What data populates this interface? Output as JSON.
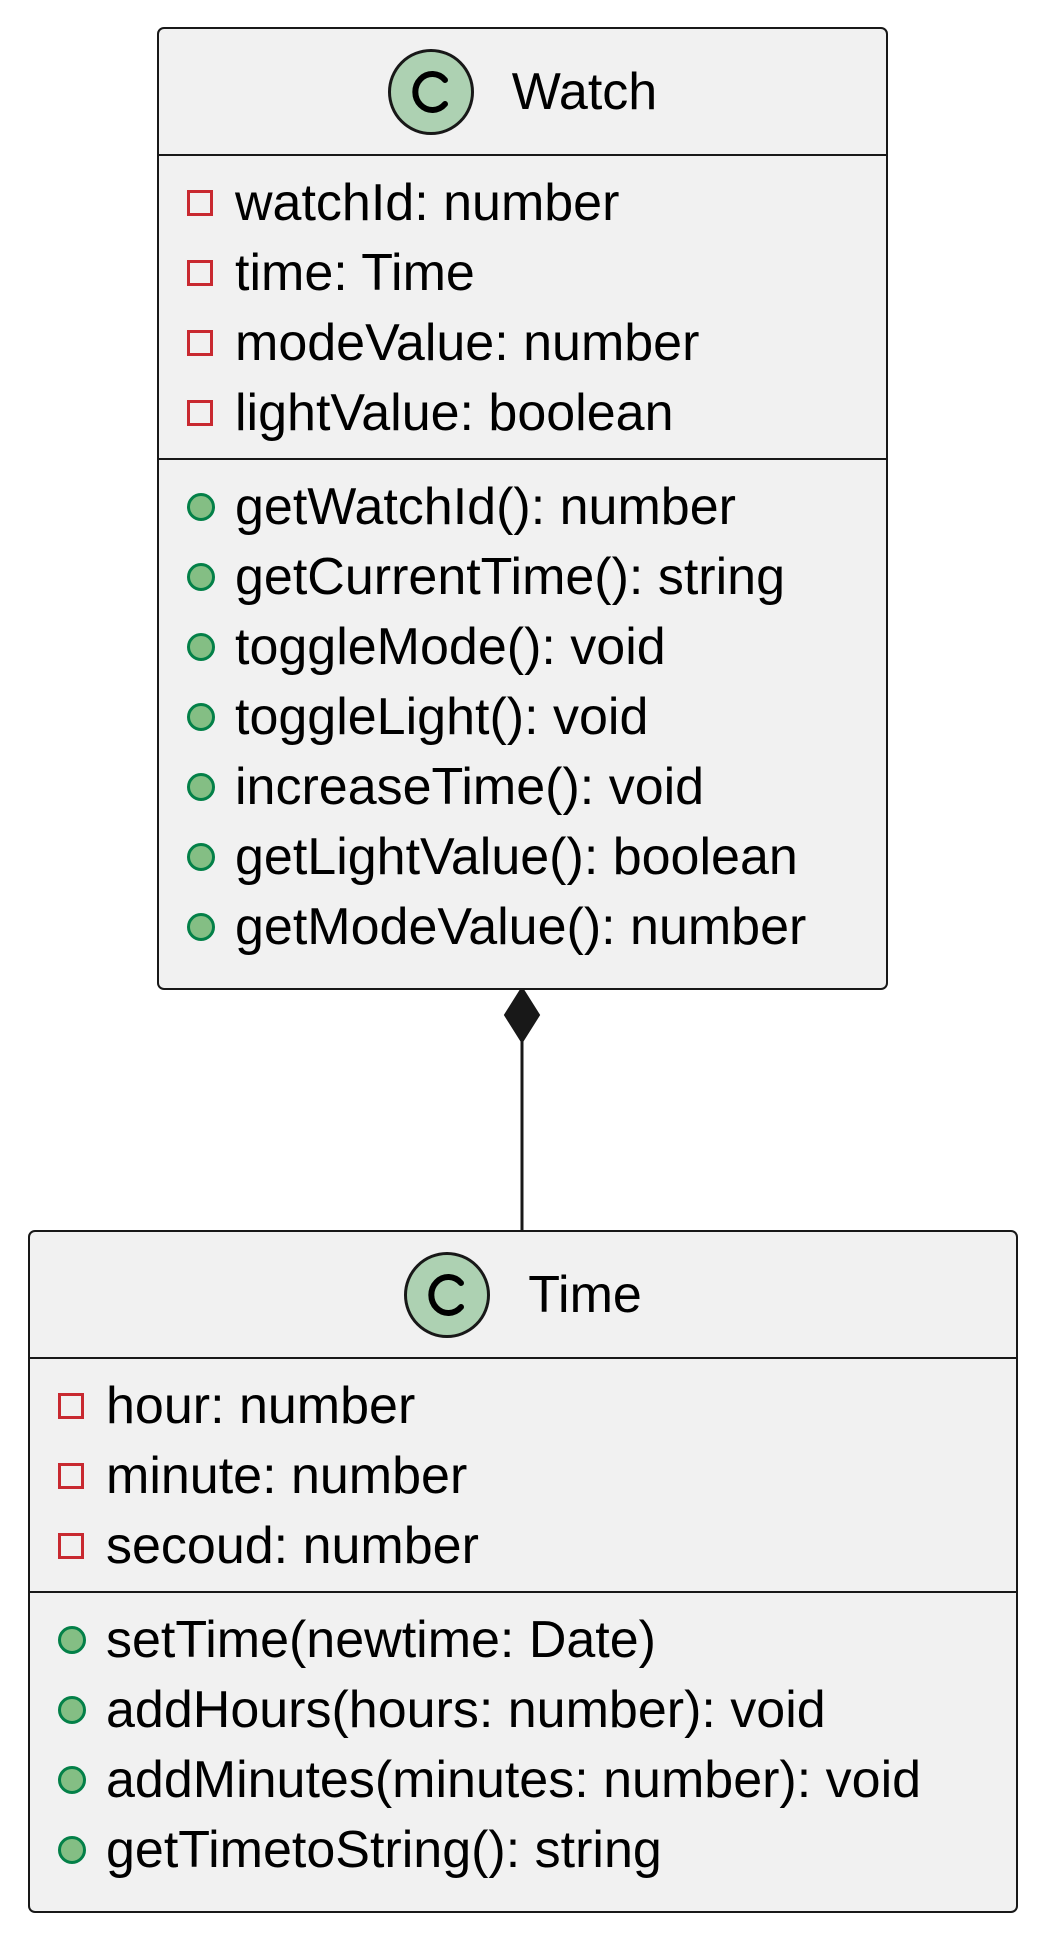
{
  "diagram": {
    "classes": [
      {
        "name": "Watch",
        "attributes": [
          {
            "visibility": "private",
            "text": "watchId: number"
          },
          {
            "visibility": "private",
            "text": "time: Time"
          },
          {
            "visibility": "private",
            "text": "modeValue: number"
          },
          {
            "visibility": "private",
            "text": "lightValue: boolean"
          }
        ],
        "methods": [
          {
            "visibility": "public",
            "text": "getWatchId(): number"
          },
          {
            "visibility": "public",
            "text": "getCurrentTime(): string"
          },
          {
            "visibility": "public",
            "text": "toggleMode(): void"
          },
          {
            "visibility": "public",
            "text": "toggleLight(): void"
          },
          {
            "visibility": "public",
            "text": "increaseTime(): void"
          },
          {
            "visibility": "public",
            "text": "getLightValue(): boolean"
          },
          {
            "visibility": "public",
            "text": "getModeValue(): number"
          }
        ]
      },
      {
        "name": "Time",
        "attributes": [
          {
            "visibility": "private",
            "text": "hour: number"
          },
          {
            "visibility": "private",
            "text": "minute: number"
          },
          {
            "visibility": "private",
            "text": "secoud: number"
          }
        ],
        "methods": [
          {
            "visibility": "public",
            "text": "setTime(newtime: Date)"
          },
          {
            "visibility": "public",
            "text": "addHours(hours: number): void"
          },
          {
            "visibility": "public",
            "text": "addMinutes(minutes: number): void"
          },
          {
            "visibility": "public",
            "text": "getTimetoString(): string"
          }
        ]
      }
    ],
    "relationships": [
      {
        "type": "composition",
        "whole": "Watch",
        "part": "Time"
      }
    ],
    "colors": {
      "class_fill": "#f1f1f1",
      "border": "#181818",
      "badge_fill": "#add1b2",
      "private_marker": "#c82930",
      "public_marker_fill": "#84be84",
      "public_marker_border": "#038048"
    }
  }
}
